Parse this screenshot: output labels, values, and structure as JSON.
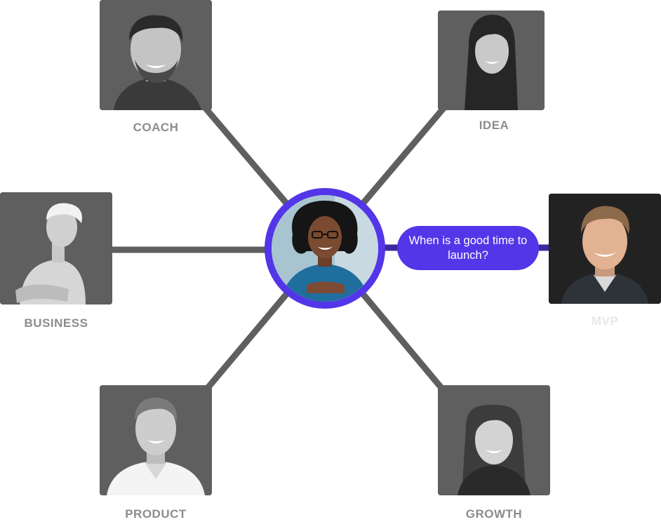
{
  "center": {
    "person": "center-mentee-avatar",
    "ring_color": "#5236e8"
  },
  "bubble": {
    "text": "When is a good time to launch?",
    "color": "#5236e8"
  },
  "nodes": {
    "coach": {
      "label": "COACH",
      "icon": "coach-portrait"
    },
    "idea": {
      "label": "IDEA",
      "icon": "idea-portrait"
    },
    "business": {
      "label": "BUSINESS",
      "icon": "business-portrait"
    },
    "mvp": {
      "label": "MVP",
      "icon": "mvp-portrait",
      "active": true
    },
    "product": {
      "label": "PRODUCT",
      "icon": "product-portrait"
    },
    "growth": {
      "label": "GROWTH",
      "icon": "growth-portrait"
    }
  },
  "colors": {
    "connector": "#5f5f5f",
    "active_connector": "#3b2a9e",
    "label": "#8c8c8c",
    "label_faded": "#e7e7e7",
    "card_bg": "#5f5f5f",
    "card_active_bg": "#222222"
  }
}
